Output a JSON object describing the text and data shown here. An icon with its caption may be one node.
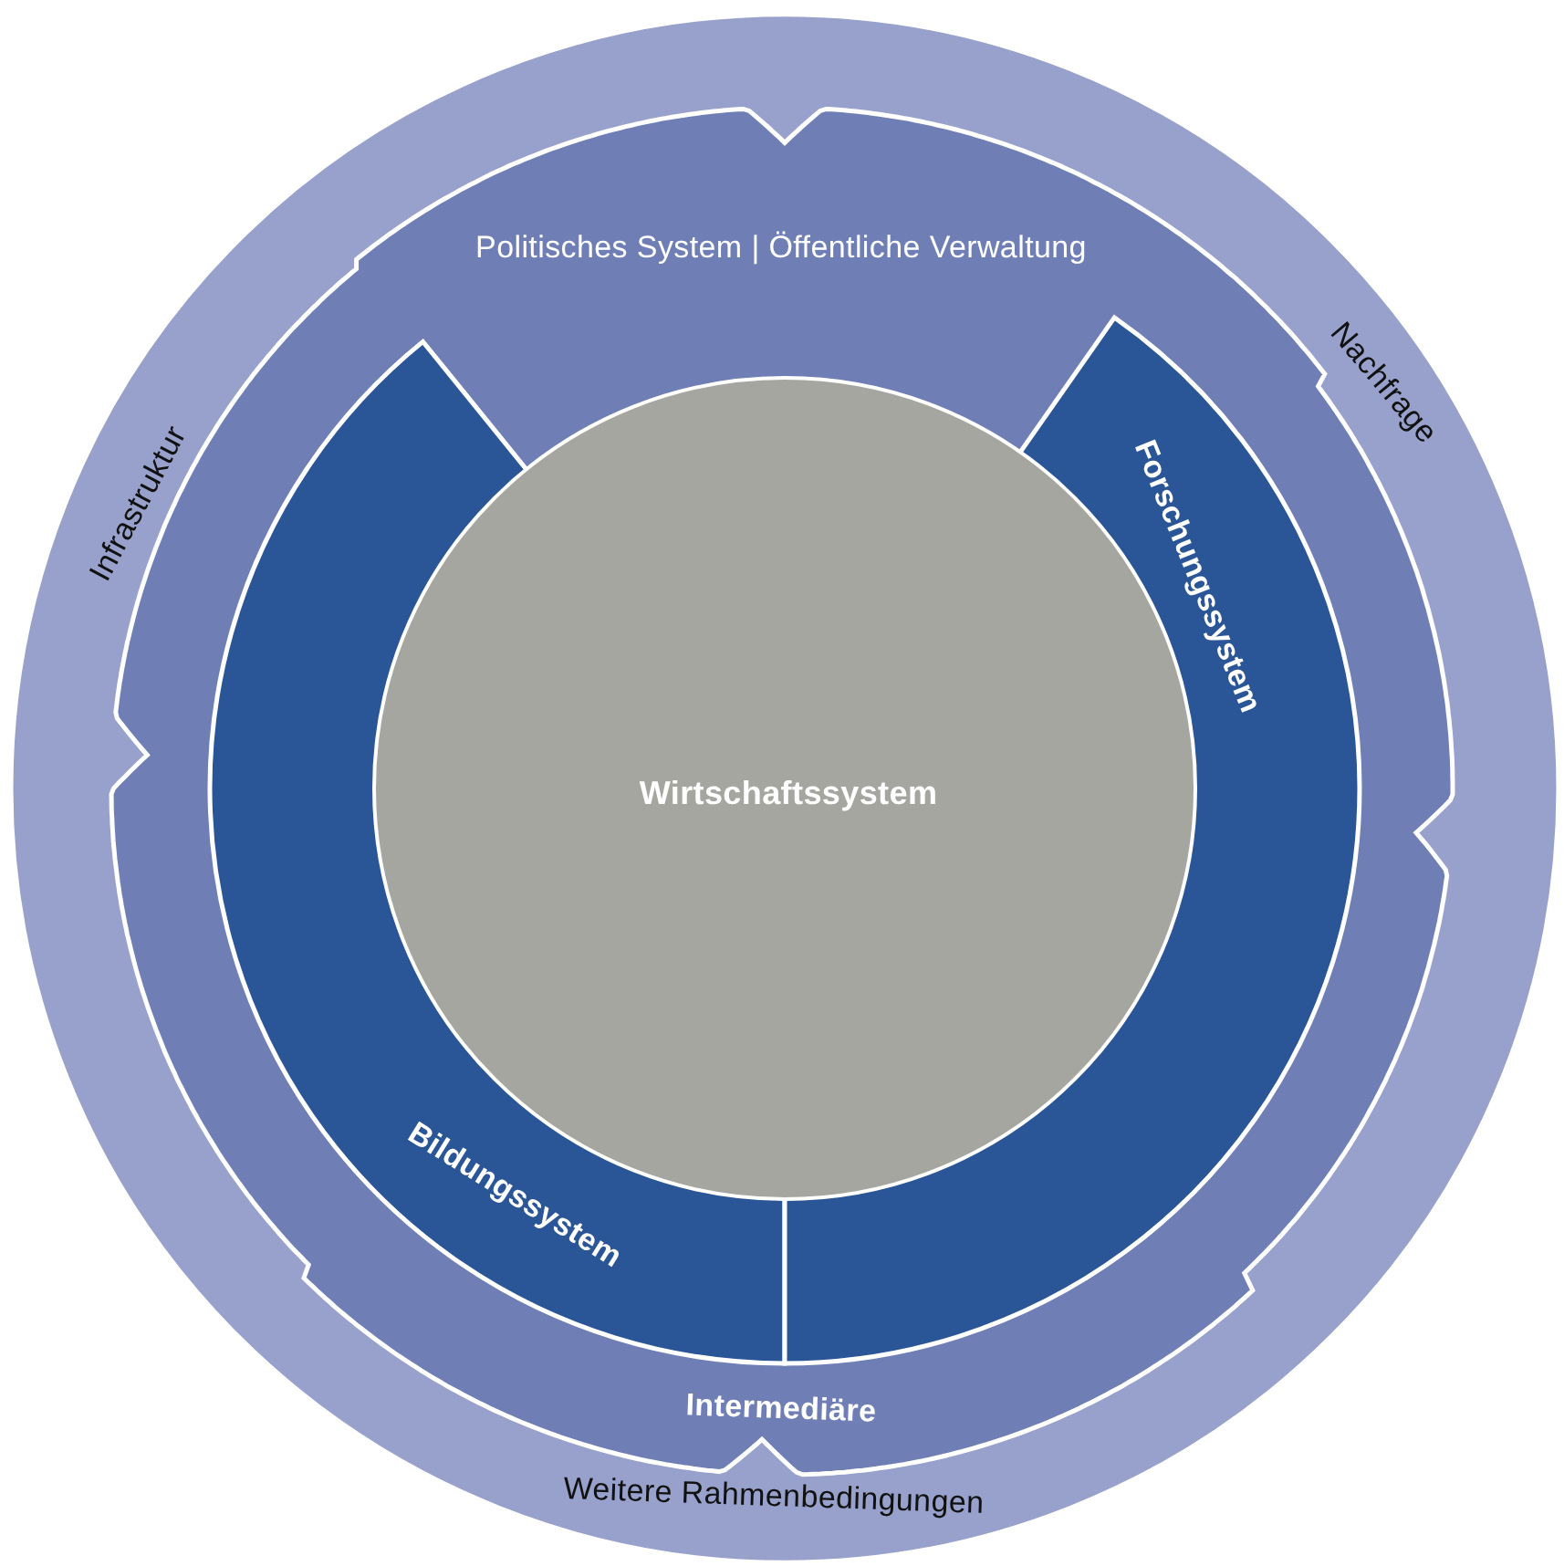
{
  "diagram": {
    "nodes": [
      {
        "text": [
          "Infrastruktur",
          "Nachfrage",
          "Weitere Rahmenbedingungen"
        ]
      },
      {
        "text": [
          "Politisches System | Öffentliche Verwaltung",
          "Intermediäre"
        ],
        "in": 0
      },
      {
        "text": [
          "Bildungssystem"
        ],
        "in": 1
      },
      {
        "text": [
          "Forschungssystem"
        ],
        "in": 1
      },
      {
        "text": [
          "Wirtschaftssystem"
        ],
        "in": 1
      }
    ]
  }
}
